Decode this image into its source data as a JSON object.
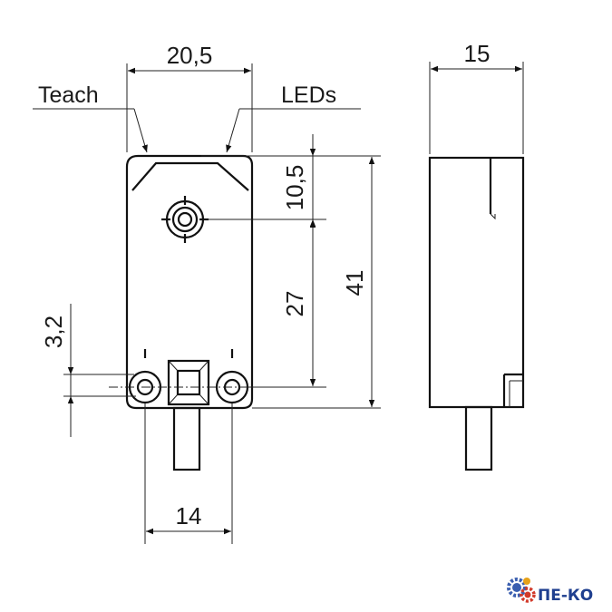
{
  "labels": {
    "teach": "Teach",
    "leds": "LEDs"
  },
  "dimensions": {
    "width_top": "20,5",
    "depth_side": "15",
    "led_offset": "10,5",
    "hole_spacing_vertical": "27",
    "height_total": "41",
    "hole_offset": "3,2",
    "hole_spacing_horizontal": "14"
  },
  "logo": {
    "text": "ПЕ-КО",
    "colors": {
      "gear_blue": "#3b5fb0",
      "gear_red": "#d23a2a",
      "text": "#1f3f8f"
    }
  }
}
